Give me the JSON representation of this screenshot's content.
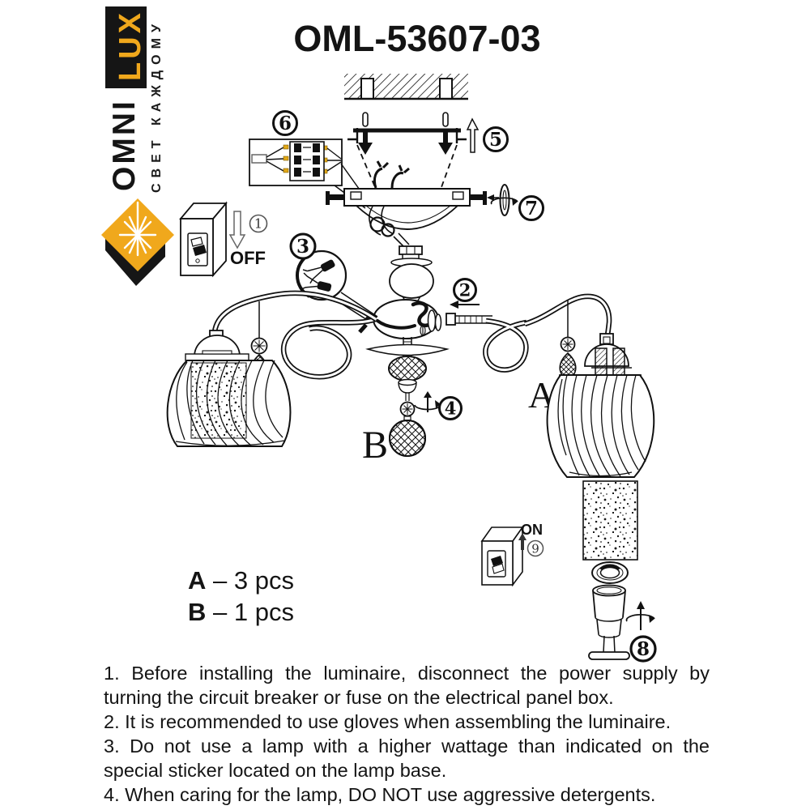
{
  "brand": {
    "logo_black": "OMNI",
    "logo_accent": "LUX",
    "tagline": "СВЕТ КАЖДОМУ",
    "accent_color": "#F0A81C"
  },
  "title": "OML-53607-03",
  "labels": {
    "off": "OFF",
    "on": "ON",
    "shade_a": "A",
    "shade_b": "B"
  },
  "step_markers": [
    "1",
    "2",
    "3",
    "4",
    "5",
    "6",
    "7",
    "8",
    "9"
  ],
  "parts_list": {
    "dash": "–",
    "items": [
      {
        "name": "A",
        "qty": "3 pcs"
      },
      {
        "name": "B",
        "qty": "1 pcs"
      }
    ]
  },
  "instructions": [
    "1. Before installing the luminaire, disconnect the power supply by turning the circuit breaker or fuse on the electrical panel box.",
    "2. It is recommended to use gloves when assembling the luminaire.",
    "3. Do not use a lamp with a higher wattage than indicated on the special sticker located on the lamp base.",
    "4. When caring for the lamp, DO NOT use aggressive detergents."
  ]
}
